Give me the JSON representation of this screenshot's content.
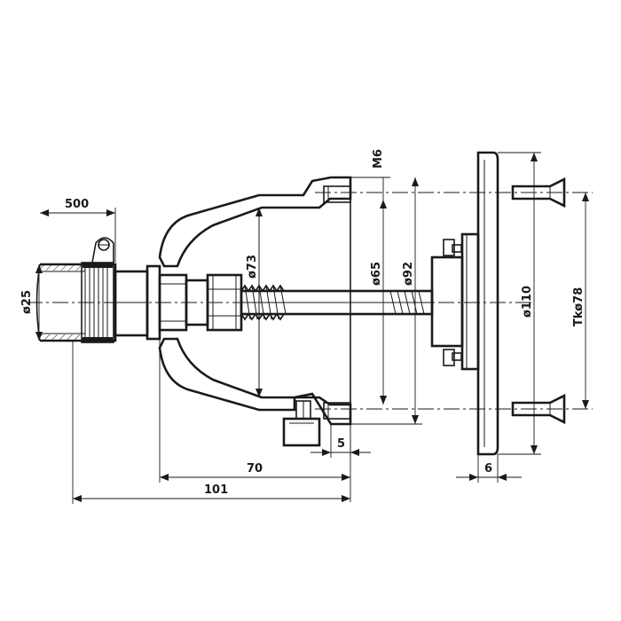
{
  "dimensions": {
    "length_500": "500",
    "dia_25": "ø25",
    "dia_73": "ø73",
    "thread_m6": "M6",
    "dia_65": "ø65",
    "dia_92": "ø92",
    "dia_110": "ø110",
    "pcd_78": "Tkø78",
    "len_5": "5",
    "len_70": "70",
    "len_101": "101",
    "len_6": "6"
  }
}
